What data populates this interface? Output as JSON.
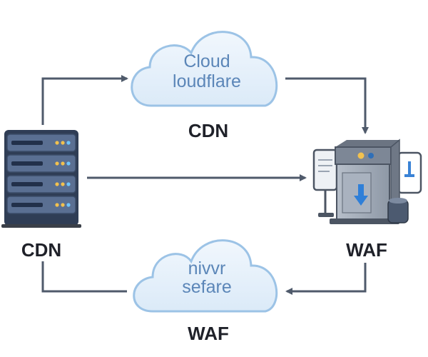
{
  "clouds": {
    "top": {
      "line1": "Cloud",
      "line2": "loudflare"
    },
    "bottom": {
      "line1": "nivvr",
      "line2": "sefare"
    }
  },
  "labels": {
    "top_cloud": "CDN",
    "server": "CDN",
    "waf_device": "WAF",
    "bottom_cloud": "WAF"
  },
  "icons": {
    "server": "server-rack-icon",
    "waf": "firewall-appliance-icon",
    "cloud": "cloud-icon"
  },
  "colors": {
    "arrow": "#4f5a6b",
    "cloud_fill": "#e6f1fb",
    "cloud_stroke": "#9cc3e6",
    "cloud_text": "#5b86b8",
    "server_body": "#465a7a",
    "label": "#1f2129"
  }
}
